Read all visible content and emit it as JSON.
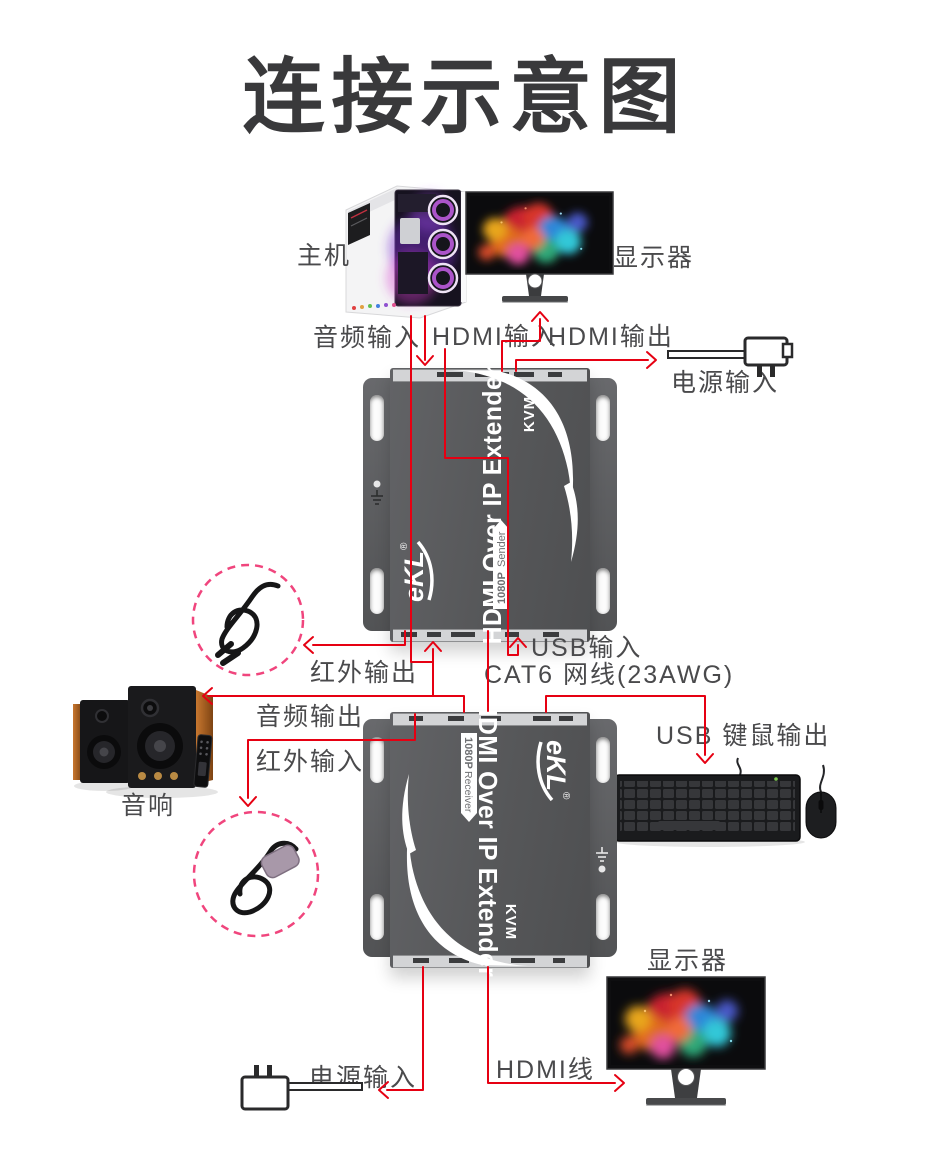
{
  "title": "连接示意图",
  "labels": {
    "host": "主机",
    "monitor_top": "显示器",
    "audio_in": "音频输入",
    "hdmi_in": "HDMI输入",
    "hdmi_out": "HDMI输出",
    "power_in_top": "电源输入",
    "ir_out": "红外输出",
    "usb_in": "USB输入",
    "cat6": "CAT6 网线(23AWG)",
    "audio_out": "音频输出",
    "ir_in": "红外输入",
    "speakers": "音响",
    "usb_kb_out": "USB 键鼠输出",
    "monitor_bottom": "显示器",
    "power_in_bottom": "电源输入",
    "hdmi_cable": "HDMI线"
  },
  "devices": {
    "sender": {
      "brand": "eKL",
      "reg": "®",
      "title": "HDMI Over IP Extender",
      "kvm": "KVM",
      "res": "1080P",
      "role": "Sender"
    },
    "receiver": {
      "brand": "eKL",
      "reg": "®",
      "title": "HDMI Over IP Extender",
      "kvm": "KVM",
      "res": "1080P",
      "role": "Receiver"
    }
  },
  "colors": {
    "line_red": "#e60012",
    "circle_pink": "#f0457d",
    "label_gray": "#4a4a4c",
    "device_gray": "#58595b",
    "title_color": "#39393b"
  }
}
